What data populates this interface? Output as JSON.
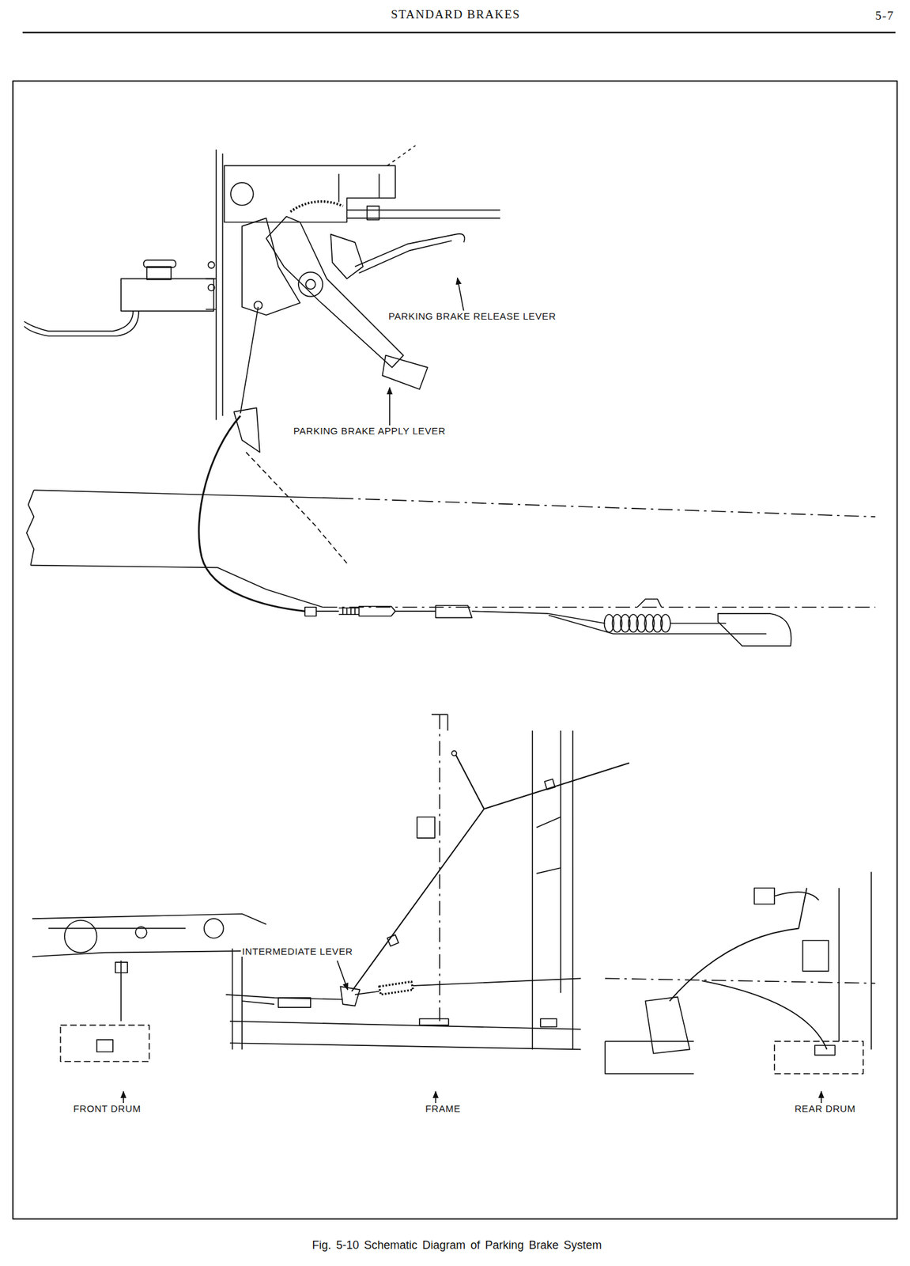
{
  "diagram": {
    "title": "STANDARD BRAKES",
    "caption": "Fig. 5-10 Schematic Diagram of Parking Brake System",
    "labels": [
      "5-7",
      "PARKING BRAKE RELEASE LEVER",
      "PARKING BRAKE APPLY LEVER",
      "INTERMEDIATE LEVER",
      "FRONT DRUM",
      "FRAME",
      "REAR DRUM"
    ]
  }
}
